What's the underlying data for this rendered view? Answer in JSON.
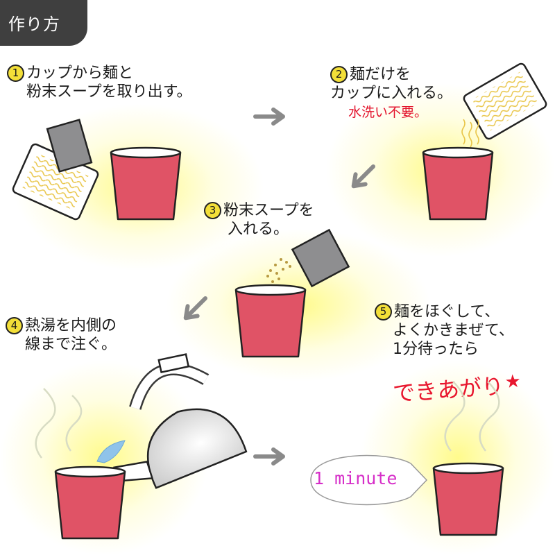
{
  "title": "作り方",
  "steps": [
    {
      "num": "1",
      "lines": [
        "カップから麺と",
        "粉末スープを取り出す。"
      ]
    },
    {
      "num": "2",
      "lines": [
        "麺だけを",
        "カップに入れる。"
      ],
      "note": "水洗い不要。"
    },
    {
      "num": "3",
      "lines": [
        "粉末スープを",
        "入れる。"
      ]
    },
    {
      "num": "4",
      "lines": [
        "熱湯を内側の",
        "線まで注ぐ。"
      ]
    },
    {
      "num": "5",
      "lines": [
        "麺をほぐして、",
        "よくかきまぜて、",
        "1分待ったら"
      ]
    }
  ],
  "done_label": "できあがり",
  "star_icon": "★",
  "timer_label": "1 minute",
  "colors": {
    "cup": "#e05366",
    "title_bg": "#3f3f3f",
    "accent_red": "#e8172e",
    "timer_text": "#d62ec8"
  }
}
